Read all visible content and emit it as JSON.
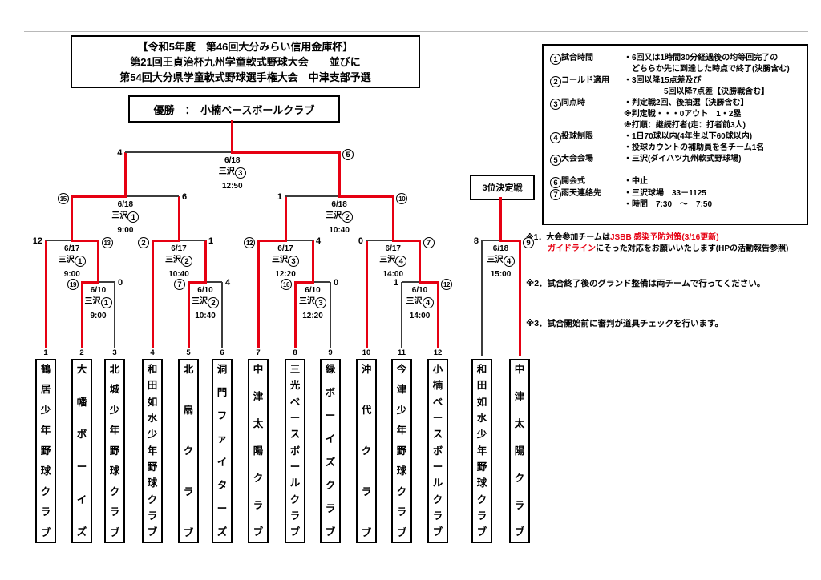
{
  "page": {
    "title_lines": [
      "【令和5年度　第46回大分みらい信用金庫杯】",
      "第21回王貞治杯九州学童軟式野球大会　　並びに",
      "第54回大分県学童軟式野球選手権大会　中津支部予選"
    ],
    "champion_label": "優勝　：　小楠ベースボールクラブ",
    "third_place_label": "3位決定戦"
  },
  "colors": {
    "winner_path": "#e60012",
    "bracket_line": "#3c3c3c"
  },
  "teams": [
    {
      "no": "1",
      "name": "鶴居少年野球クラブ",
      "winner_path": true
    },
    {
      "no": "2",
      "name": "大幡ボーイズ",
      "winner_path": true
    },
    {
      "no": "3",
      "name": "北城少年野球クラブ",
      "winner_path": false
    },
    {
      "no": "4",
      "name": "和田如水少年野球クラブ",
      "winner_path": true
    },
    {
      "no": "5",
      "name": "北扇クラブ",
      "winner_path": true
    },
    {
      "no": "6",
      "name": "洞門ファイターズ",
      "winner_path": false
    },
    {
      "no": "7",
      "name": "中津太陽クラブ",
      "winner_path": true
    },
    {
      "no": "8",
      "name": "三光ベースボールクラブ",
      "winner_path": true
    },
    {
      "no": "9",
      "name": "緑ボーイズクラブ",
      "winner_path": false
    },
    {
      "no": "10",
      "name": "沖代クラブ",
      "winner_path": true
    },
    {
      "no": "11",
      "name": "今津少年野球クラブ",
      "winner_path": false
    },
    {
      "no": "12",
      "name": "小楠ベースボールクラブ",
      "winner_path": true
    },
    {
      "no": "",
      "name": "和田如水少年野球クラブ",
      "winner_path": false
    },
    {
      "no": "",
      "name": "中津太陽クラブ",
      "winner_path": true
    }
  ],
  "matches": [
    {
      "id": "r1m1",
      "date": "6/10",
      "venue": "三沢",
      "court": "1",
      "time": "9:00",
      "left_score": "19",
      "left_circled": true,
      "right_score": "0",
      "right_circled": false,
      "winner": "left"
    },
    {
      "id": "r1m2",
      "date": "6/10",
      "venue": "三沢",
      "court": "2",
      "time": "10:40",
      "left_score": "7",
      "left_circled": true,
      "right_score": "4",
      "right_circled": false,
      "winner": "left"
    },
    {
      "id": "r1m3",
      "date": "6/10",
      "venue": "三沢",
      "court": "3",
      "time": "12:20",
      "left_score": "16",
      "left_circled": true,
      "right_score": "0",
      "right_circled": false,
      "winner": "left"
    },
    {
      "id": "r1m4",
      "date": "6/10",
      "venue": "三沢",
      "court": "4",
      "time": "14:00",
      "left_score": "1",
      "left_circled": false,
      "right_score": "12",
      "right_circled": true,
      "winner": "right"
    },
    {
      "id": "qf1",
      "date": "6/17",
      "venue": "三沢",
      "court": "1",
      "time": "9:00",
      "left_score": "12",
      "left_circled": false,
      "right_score": "13",
      "right_circled": true,
      "winner": "right"
    },
    {
      "id": "qf2",
      "date": "6/17",
      "venue": "三沢",
      "court": "2",
      "time": "10:40",
      "left_score": "2",
      "left_circled": true,
      "right_score": "1",
      "right_circled": false,
      "winner": "left"
    },
    {
      "id": "qf3",
      "date": "6/17",
      "venue": "三沢",
      "court": "3",
      "time": "12:20",
      "left_score": "12",
      "left_circled": true,
      "right_score": "4",
      "right_circled": false,
      "winner": "left"
    },
    {
      "id": "qf4",
      "date": "6/17",
      "venue": "三沢",
      "court": "4",
      "time": "14:00",
      "left_score": "0",
      "left_circled": false,
      "right_score": "7",
      "right_circled": true,
      "winner": "right"
    },
    {
      "id": "sf1",
      "date": "6/18",
      "venue": "三沢",
      "court": "1",
      "time": "9:00",
      "left_score": "15",
      "left_circled": true,
      "right_score": "6",
      "right_circled": false,
      "winner": "left"
    },
    {
      "id": "sf2",
      "date": "6/18",
      "venue": "三沢",
      "court": "2",
      "time": "10:40",
      "left_score": "1",
      "left_circled": false,
      "right_score": "10",
      "right_circled": true,
      "winner": "right"
    },
    {
      "id": "final",
      "date": "6/18",
      "venue": "三沢",
      "court": "3",
      "time": "12:50",
      "left_score": "4",
      "left_circled": false,
      "right_score": "5",
      "right_circled": true,
      "winner": "right"
    },
    {
      "id": "third",
      "date": "6/18",
      "venue": "三沢",
      "court": "4",
      "time": "15:00",
      "left_score": "8",
      "left_circled": false,
      "right_score": "9",
      "right_circled": true,
      "winner": "right"
    }
  ],
  "rules": {
    "rows": [
      {
        "num": "1",
        "label": "試合時間",
        "lines": [
          "・6回又は1時間30分経過後の均等回完了の",
          "　どちらか先に到達した時点で終了(決勝含む)"
        ]
      },
      {
        "num": "2",
        "label": "コールド適用",
        "lines": [
          "・3回以降15点差及び",
          "　　　　　5回以降7点差【決勝戦含む】"
        ]
      },
      {
        "num": "3",
        "label": "同点時",
        "lines": [
          "・判定戦2回、後抽選【決勝含む】",
          "※判定戦・・・0アウト　1・2塁",
          "※打順：継続打者(走：打者前3人)"
        ]
      },
      {
        "num": "4",
        "label": "投球制限",
        "lines": [
          "・1日70球以内(4年生以下60球以内)",
          "・投球カウントの補助員を各チーム1名"
        ]
      },
      {
        "num": "5",
        "label": "大会会場",
        "lines": [
          "・三沢(ダイハツ九州軟式野球場)"
        ]
      },
      {
        "num": "6",
        "label": "開会式",
        "lines": [
          "・中止"
        ]
      },
      {
        "num": "7",
        "label": "雨天連絡先",
        "lines": [
          "・三沢球場　33－1125",
          "・時間　7:30　～　7:50"
        ]
      }
    ]
  },
  "notes": {
    "n1_prefix": "※1．大会参加チームは",
    "n1_red1": "JSBB 感染予防対策(3/16更新)",
    "n1_red2": "ガイドライン",
    "n1_suffix": "にそった対応をお願いいたします(HPの活動報告参照)",
    "n2": "※2．試合終了後のグランド整備は両チームで行ってください。",
    "n3": "※3．試合開始前に審判が道具チェックを行います。"
  }
}
